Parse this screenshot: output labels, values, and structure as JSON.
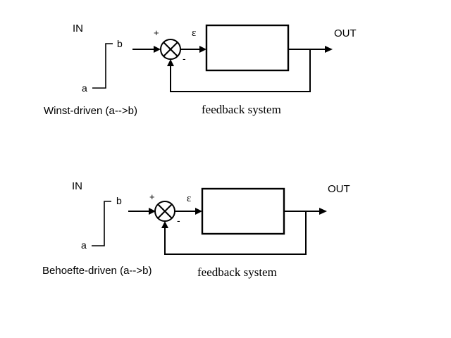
{
  "diagrams": [
    {
      "in_label": "IN",
      "out_label": "OUT",
      "step_high_label": "b",
      "step_low_label": "a",
      "plus_sign": "+",
      "minus_sign": "-",
      "error_symbol": "ε",
      "caption": "Winst-driven (a-->b)",
      "system_label": "feedback system"
    },
    {
      "in_label": "IN",
      "out_label": "OUT",
      "step_high_label": "b",
      "step_low_label": "a",
      "plus_sign": "+",
      "minus_sign": "-",
      "error_symbol": "ε",
      "caption": "Behoefte-driven (a-->b)",
      "system_label": "feedback system"
    }
  ]
}
